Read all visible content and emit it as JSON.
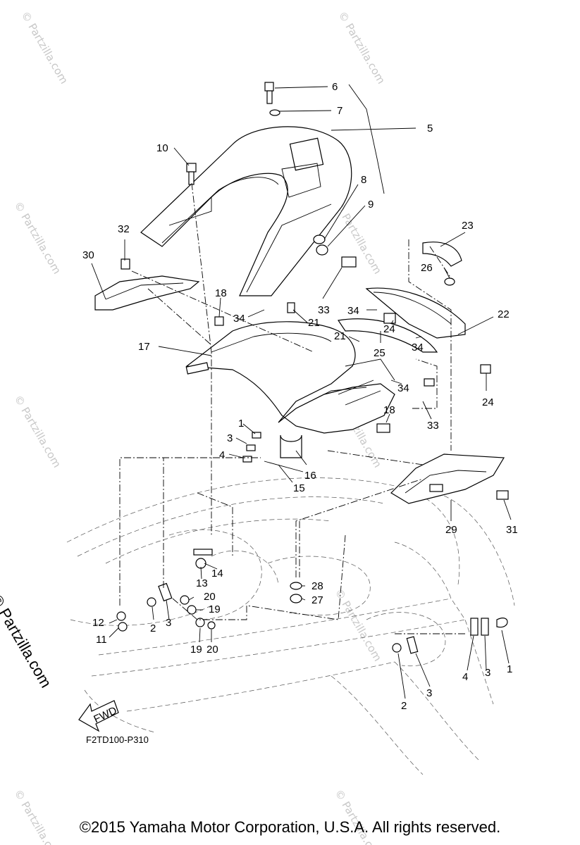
{
  "watermark_text": "© Partzilla.com",
  "side_watermark": "© Partzilla.com",
  "diagram_code": "F2TD100-P310",
  "fwd_label": "FWD",
  "copyright": "©2015  Yamaha Motor Corporation, U.S.A. All rights reserved.",
  "callouts": {
    "c6": "6",
    "c7": "7",
    "c5": "5",
    "c10": "10",
    "c8": "8",
    "c9": "9",
    "c32": "32",
    "c30": "30",
    "c23": "23",
    "c26": "26",
    "c18a": "18",
    "c34a": "34",
    "c21a": "21",
    "c33a": "33",
    "c34b": "34",
    "c22": "22",
    "c24a": "24",
    "c17": "17",
    "c21b": "21",
    "c25": "25",
    "c34c": "34",
    "c24b": "24",
    "c34d": "34",
    "c1a": "1",
    "c18b": "18",
    "c33b": "33",
    "c3a": "3",
    "c4a": "4",
    "c16": "16",
    "c15": "15",
    "c29": "29",
    "c31": "31",
    "c14": "14",
    "c13": "13",
    "c28": "28",
    "c20a": "20",
    "c27": "27",
    "c19a": "19",
    "c12": "12",
    "c2a": "2",
    "c3b": "3",
    "c11": "11",
    "c19b": "19",
    "c20b": "20",
    "c4b": "4",
    "c3c": "3",
    "c1b": "1",
    "c3d": "3",
    "c2b": "2"
  }
}
